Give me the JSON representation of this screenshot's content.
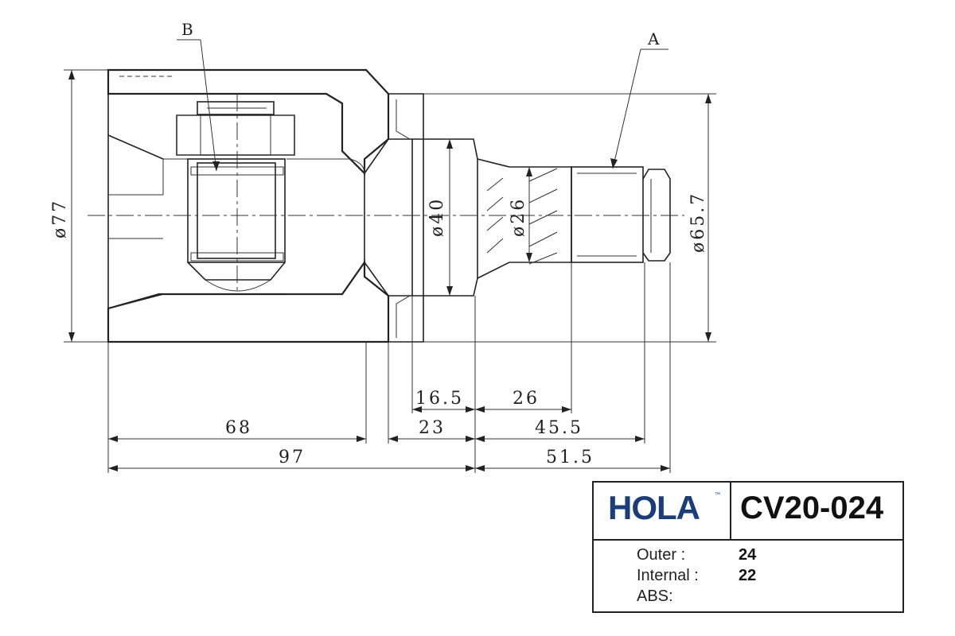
{
  "callouts": {
    "a": "A",
    "b": "B"
  },
  "diameters": {
    "d77": "ø77",
    "d40": "ø40",
    "d26": "ø26",
    "d65_7": "ø65.7"
  },
  "dimensions": {
    "d16_5": "16.5",
    "d26": "26",
    "d68": "68",
    "d23": "23",
    "d45_5": "45.5",
    "d97": "97",
    "d51_5": "51.5"
  },
  "title_block": {
    "brand": "HOLA",
    "trademark": "™",
    "part_number": "CV20-024",
    "brand_color": "#1a3d7c",
    "specs": [
      {
        "label": "Outer :",
        "value": "24"
      },
      {
        "label": "Internal :",
        "value": "22"
      },
      {
        "label": "ABS:",
        "value": ""
      }
    ]
  }
}
